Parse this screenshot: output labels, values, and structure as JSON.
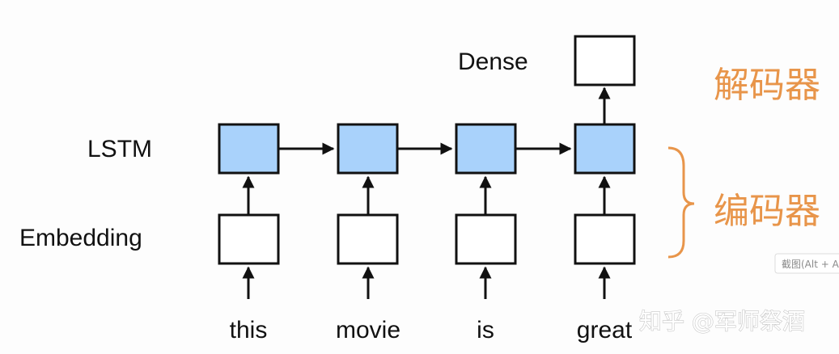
{
  "row_labels": {
    "dense": "Dense",
    "lstm": "LSTM",
    "embedding": "Embedding"
  },
  "tokens": [
    "this",
    "movie",
    "is",
    "great"
  ],
  "annotations": {
    "decoder": "解码器",
    "encoder": "编码器"
  },
  "watermark": "知乎 @军师祭酒",
  "tooltip": "截图(Alt + A",
  "colors": {
    "lstm_fill": "#a9d2fb",
    "accent_orange": "#e8954a",
    "stroke": "#111111"
  }
}
